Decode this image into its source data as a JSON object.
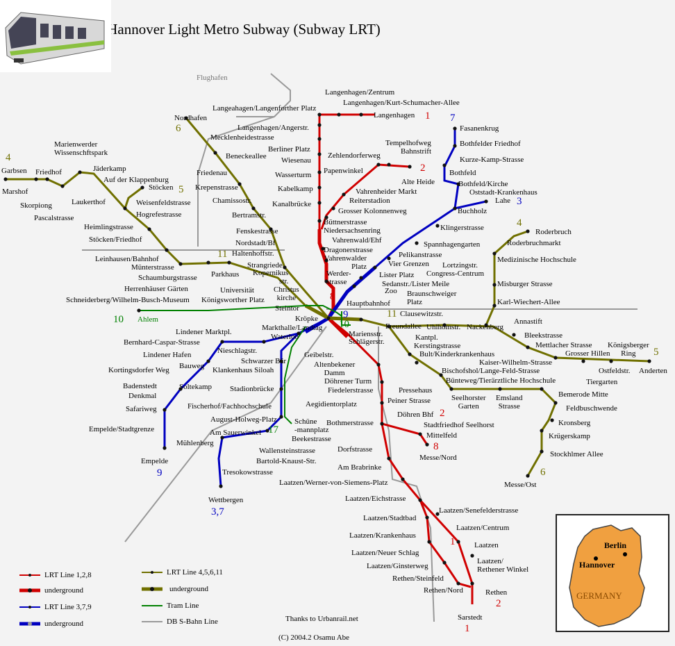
{
  "title": "Line Map of Hannover Light Metro Subway (Subway LRT)",
  "colors": {
    "lrt_128": "#d00000",
    "lrt_37_9": "#0000c0",
    "lrt_4_5_6_11": "#707000",
    "tram": "#008000",
    "sbahn": "#909090",
    "germany_fill": "#f0a040"
  },
  "line_numbers": {
    "n1_top": "1",
    "n2_top": "2",
    "n3": "3",
    "n4_left": "4",
    "n4_right": "4",
    "n5_left": "5",
    "n5_right": "5",
    "n6_top": "6",
    "n6_bottom": "6",
    "n7": "7",
    "n8_center": "8",
    "n8_messe": "8",
    "n9_center": "9",
    "n9_bottom": "9",
    "n10_center": "10",
    "n10_ahlem": "10",
    "n11_left": "11",
    "n11_right": "11",
    "n17": "17",
    "n37": "3,7",
    "n1_bottom_a": "1",
    "n1_bottom_b": "1",
    "n2_bottom_a": "2",
    "n2_bottom_b": "2"
  },
  "stations": {
    "flughafen": "Flughafen",
    "langenhagen_zentrum": "Langenhagen/Zentrum",
    "kurt_schumacher": "Langenhagen/Kurt-Schumacher-Allee",
    "langenforther": "Langeahagen/Langenforther Platz",
    "langenhagen": "Langenhagen",
    "angerstr": "Langenhagen/Angerstr.",
    "berliner_platz": "Berliner Platz",
    "wiesenau": "Wiesenau",
    "wasserturm": "Wasserturm",
    "kabelkamp": "Kabelkamp",
    "kanalbruecke": "Kanalbrücke",
    "buettner": "Büttnerstrasse",
    "niedersachsenring": "Niedersachsenring",
    "vahrenwald": "Vahrenwald/Ehf",
    "dragoner": "Dragonerstrasse",
    "vahrenwalder_platz": "Vahrenwalder\nPlatz",
    "werderstrasse": "Werder-\nstrasse",
    "zehlendorfer": "Zehlendorferweg",
    "tempelhofweg": "Tempelhofweg",
    "bahnstrift": "Bahnstrift",
    "papenwinkel": "Papenwinkel",
    "alte_heide": "Alte Heide",
    "vahrenheider_markt": "Vahrenheider Markt",
    "reiterstadion": "Reiterstadion",
    "grosser_kolonnenweg": "Grosser Kolonnenweg",
    "fasanenkrug": "Fasanenkrug",
    "bothfelder_friedhof": "Bothfelder Friedhof",
    "kurze_kamp": "Kurze-Kamp-Strasse",
    "bothfeld": "Bothfeld",
    "bothfeld_kirche": "Bothfeld/Kirche",
    "oststadt": "Oststadt-Krankenhaus",
    "lahe": "Lahe",
    "buchholz": "Buchholz",
    "klingerstrasse": "Klingerstrasse",
    "spannhagengarten": "Spannhagengarten",
    "pelikanstrasse": "Pelikanstrasse",
    "vier_grenzen": "Vier Grenzen",
    "lortzingstr": "Lortzingstr.",
    "congress": "Congress-Centrum",
    "lister_platz": "Lister Platz",
    "sedanstr": "Sedanstr./Lister Meile",
    "zoo": "Zoo",
    "braunschweiger": "Braunschweiger\nPlatz",
    "hauptbahnhof": "Hauptbahnhof",
    "clausewitz": "Clausewitzstr.",
    "freundallee": "Freundallee",
    "uhlhomstr": "Uhlhomstr.",
    "nackenberg": "Nackenberg",
    "annastift": "Annastift",
    "bleekstrasse": "Bleekstrasse",
    "mettlacher": "Mettlacher Strasse",
    "grosser_hillen": "Grosser Hillen",
    "koenigsberger": "Königsberger\nRing",
    "tiergarten": "Tiergarten",
    "ostfeldstr": "Ostfeldstr.",
    "anderten": "Anderten",
    "roderbruch": "Roderbruch",
    "roderbruchmarkt": "Roderbruchmarkt",
    "medizinische": "Medizinische Hochschule",
    "misburger": "Misburger Strasse",
    "karl_wiechert": "Karl-Wiechert-Allee",
    "kantpl": "Kantpl.",
    "kerstingstrasse": "Kerstingstrasse",
    "bult": "Bult/Kinderkrankenhaus",
    "kaiser_wilhelm": "Kaiser-Wilhelm-Strasse",
    "bischofshol": "Bischofshol/Lange-Feld-Strasse",
    "buenteweg": "Bünteweg/Tierärztliche Hochschule",
    "seelhorster_garten": "Seelhorster\nGarten",
    "emsland": "Emsland\nStrasse",
    "bemerode_mitte": "Bemerode Mitte",
    "feldbuschwende": "Feldbuschwende",
    "kronsberg": "Kronsberg",
    "kruegerskamp": "Krügerskamp",
    "stockhlmer": "Stockhlmer Allee",
    "messe_ost": "Messe/Ost",
    "mariensstr": "Mariensstr.",
    "schlaegerstr": "Schlägerstr.",
    "geibelstr": "Geibelstr.",
    "altenbekener": "Altenbekener\nDamm",
    "doehrener_turm": "Döhrener Turm",
    "fiedelerstrasse": "Fiedelerstrasse",
    "pressehaus": "Pressehaus",
    "peiner": "Peiner Strasse",
    "doehren_bhf": "Döhren Bhf",
    "aegidientor": "Aegidientorplatz",
    "bothmerstrasse": "Bothmerstrasse",
    "stadtfriedhof": "Stadtfriedhof Seelhorst",
    "mittelfeld": "Mittelfeld",
    "messe_nord": "Messe/Nord",
    "dorfstrasse": "Dorfstrasse",
    "am_brabrinke": "Am Brabrinke",
    "werner_siemens": "Laatzen/Werner-von-Siemens-Platz",
    "eichstrasse": "Laatzen/Eichstrasse",
    "senefelder": "Laatzen/Senefelderstrasse",
    "laatzen_stadtbad": "Laatzen/Stadtbad",
    "laatzen_centrum": "Laatzen/Centrum",
    "laatzen_kh": "Laatzen/Krankenhaus",
    "laatzen": "Laatzen",
    "neuer_schlag": "Laatzen/Neuer Schlag",
    "rethener_winkel": "Laatzen/\nRethener Winkel",
    "ginsterweg": "Laatzen/Ginsterweg",
    "rethen_steinfeld": "Rethen/Steinfeld",
    "rethen_nord": "Rethen/Nord",
    "rethen": "Rethen",
    "sarstedt": "Sarstedt",
    "nordhafen": "Nordhafen",
    "mecklenheide": "Mecklenheidestrasse",
    "beneckeallee": "Beneckeallee",
    "friedenau": "Friedenau",
    "krepenstrasse": "Krepenstrasse",
    "chamissostr": "Chamissostr.",
    "bertramstr": "Bertramstr.",
    "fenskestrasse": "Fenskestrasse",
    "nordstadt": "Nordstadt/Bf",
    "haltenhoff": "Haltenhoffstr.",
    "strangriede": "Strangriede",
    "kopernikus": "Kopernikus\nstr.",
    "christuskirche": "Christus\nkirche",
    "marienwerder": "Marienwerder\nWissenschftspark",
    "garbsen": "Garbsen",
    "friedhof": "Friedhof",
    "jaederkamp": "Jäderkamp",
    "auf_der_klappenburg": "Auf der Klappenburg",
    "marshof": "Marshof",
    "skorpiong": "Skorpiong",
    "pascalstrasse": "Pascalstrasse",
    "laukerthof": "Laukerthof",
    "stoecken": "Stöcken",
    "weisenfeld": "Weisenfeldstrasse",
    "hogrefe": "Hogrefestrasse",
    "heimlingstrasse": "Heimlingstrasse",
    "stoecken_friedhof": "Stöcken/Friedhof",
    "leinhausen": "Leinhausen/Bahnhof",
    "muenter": "Münterstrasse",
    "schaumburg": "Schaumburgstrasse",
    "parkhaus": "Parkhaus",
    "herrenhaeuser": "Herrenhäuser Gärten",
    "universitaet": "Universität",
    "schneiderberg": "Schneiderberg/Wilhelm-Busch-Museum",
    "koenigsworther": "Königsworther Platz",
    "steintor": "Steintor",
    "kroepke": "Kröpke",
    "ahlem": "Ahlem",
    "markthalle": "Markthalle/Landtag",
    "waterloo": "Waterloo",
    "lindener_marktpl": "Lindener Marktpl.",
    "bernhard_caspar": "Bernhard-Caspar-Strasse",
    "nieschlagstr": "Nieschlagstr.",
    "lindener_hafen": "Lindener Hafen",
    "schwarzer_baer": "Schwarzer Bär",
    "kortingsdorfer": "Kortingsdorfer Weg",
    "bauweg": "Bauweg",
    "klankenhaus": "Klankenhaus Siloah",
    "badenstedt": "Badenstedt",
    "soltekamp": "Soltekamp",
    "denkmal": "Denkmal",
    "stadionbruecke": "Stadionbrücke",
    "safariweg": "Safariweg",
    "fischerhof": "Fischerhof/Fachhochschule",
    "empelde_stadtgrenze": "Empelde/Stadtgrenze",
    "august_holweg": "August-Holweg-Platz",
    "schuenemann": "Schüne\n-mannplatz",
    "am_sauerwinkel": "Am Sauerwinkel",
    "beekestrasse": "Beekestrasse",
    "muehlenberg": "Mühlenberg",
    "wallensteinstrasse": "Wallensteinstrasse",
    "bartold_knaust": "Bartold-Knaust-Str.",
    "tresokowstrasse": "Tresokowstrasse",
    "empelde": "Empelde",
    "wettbergen": "Wettbergen"
  },
  "legend": {
    "lrt128": "LRT Line 1,2,8",
    "underground1": "underground",
    "lrt379": "LRT Line 3,7,9",
    "underground2": "underground",
    "lrt45611": "LRT Line 4,5,6,11",
    "underground3": "underground",
    "tram": "Tram Line",
    "sbahn": "DB S-Bahn Line"
  },
  "credits": {
    "thanks": "Thanks to Urbanrail.net",
    "copyright": "(C) 2004.2  Osamu Abe"
  },
  "inset": {
    "berlin": "Berlin",
    "hannover": "Hannover",
    "germany": "GERMANY"
  }
}
